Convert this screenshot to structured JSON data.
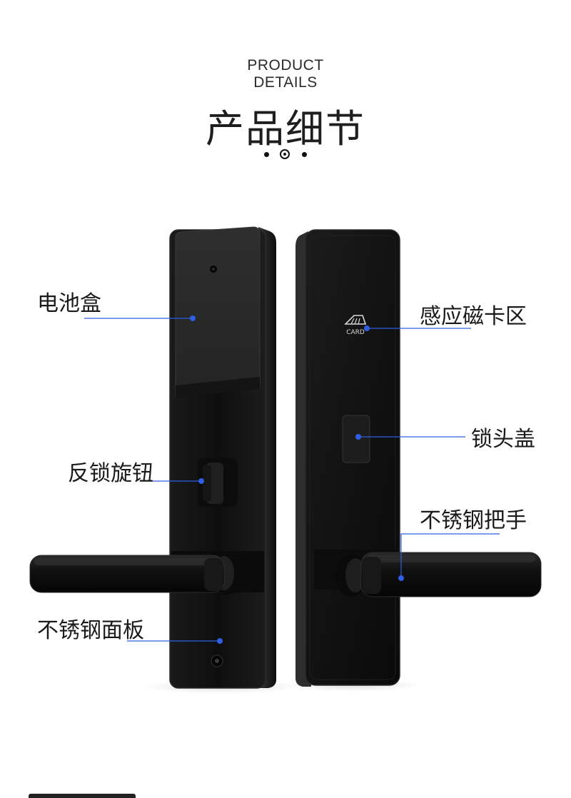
{
  "header": {
    "en_line1": "PRODUCT",
    "en_line2": "DETAILS",
    "cn_title": "产品细节"
  },
  "callouts": {
    "battery_box": "电池盒",
    "anti_lock_knob": "反锁旋钮",
    "stainless_panel": "不锈钢面板",
    "card_sensing_area": "感应磁卡区",
    "lock_cylinder_cover": "锁头盖",
    "stainless_handle": "不锈钢把手"
  },
  "card_logo_text": "CARD",
  "colors": {
    "accent_blue": "#2f5fe0",
    "lock_body": "#151515",
    "text": "#1a1a1a"
  }
}
